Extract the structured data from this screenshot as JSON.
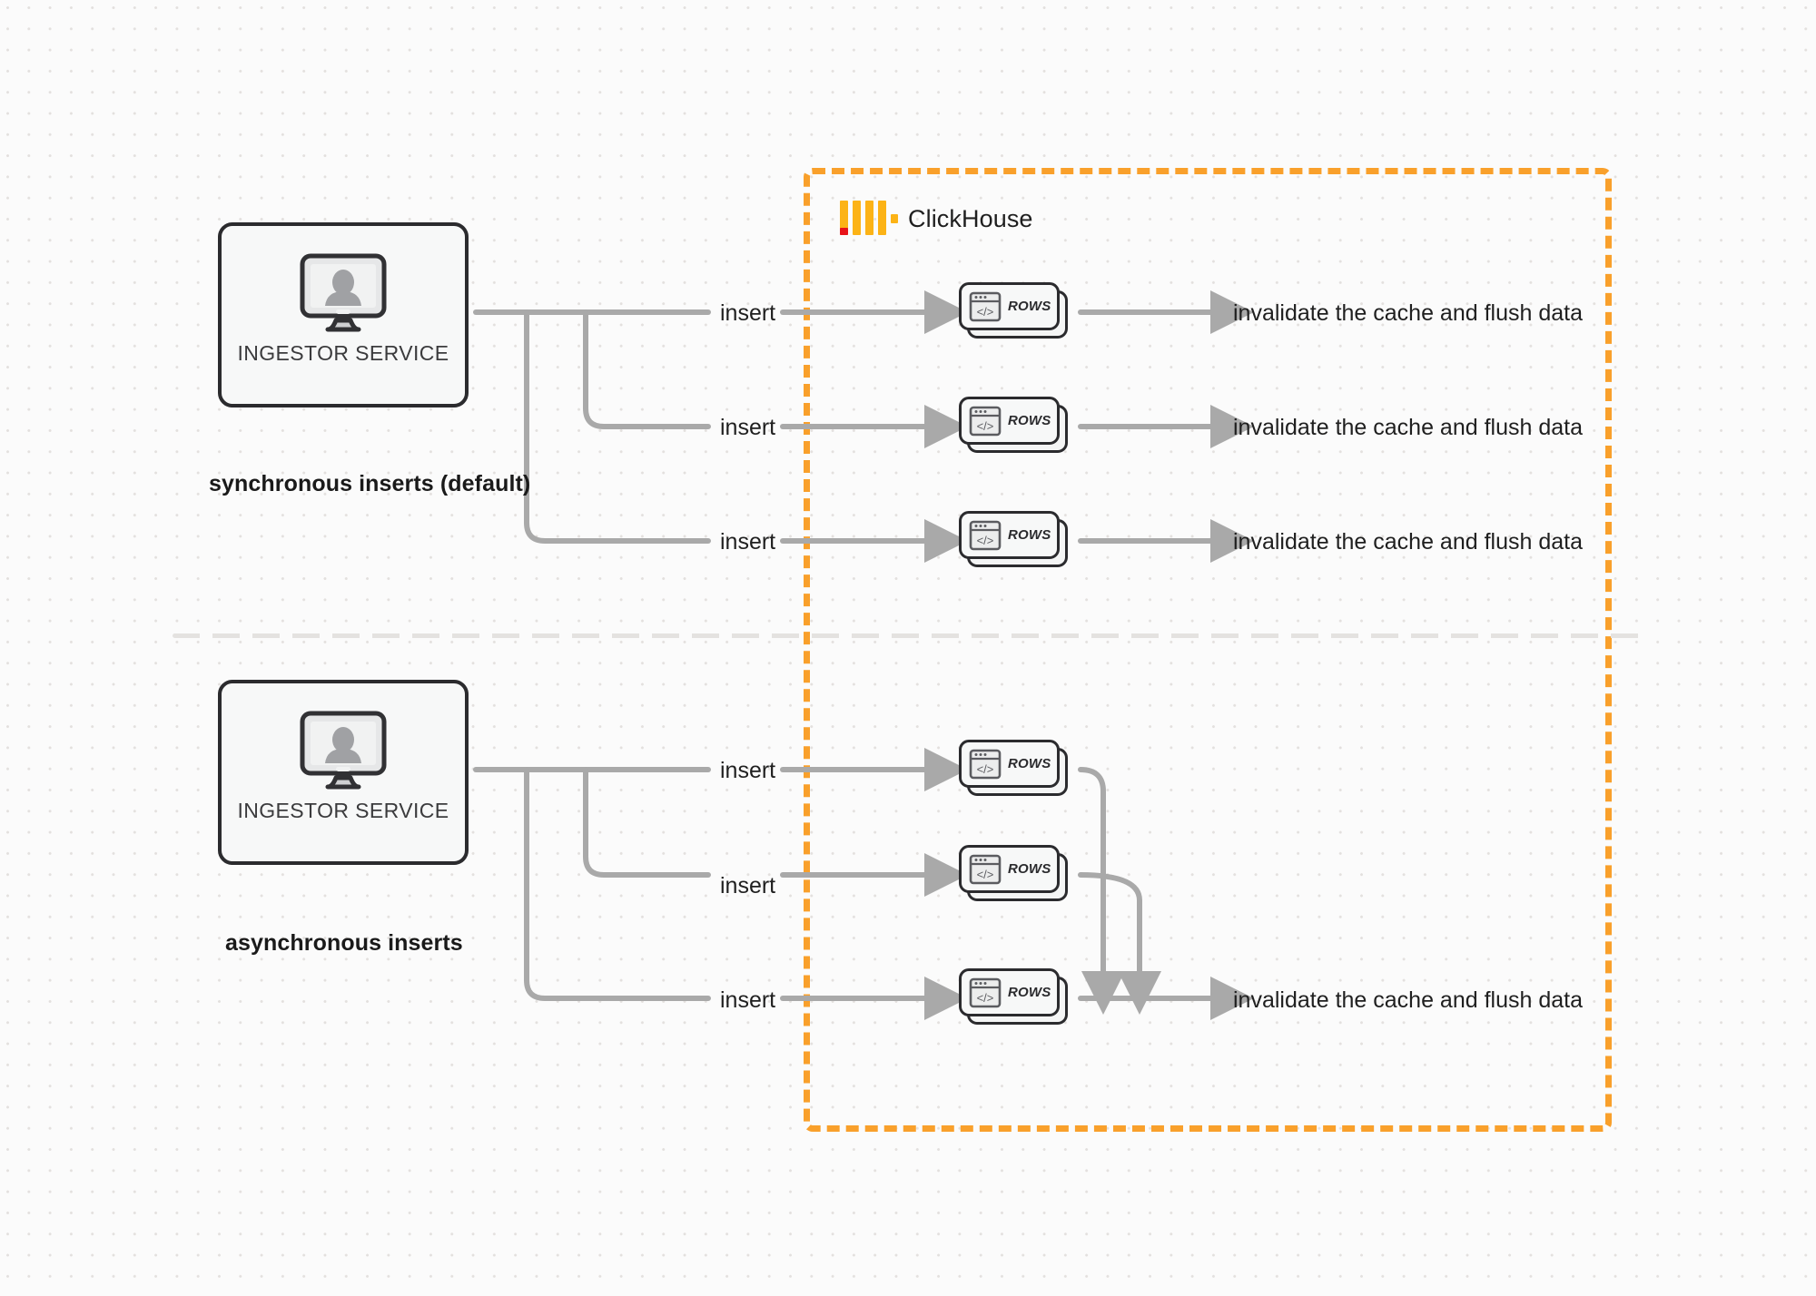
{
  "diagram": {
    "title": "ClickHouse synchronous vs asynchronous inserts",
    "background": "#fbfbfb",
    "accent_orange": "#f9a02b",
    "line_gray": "#a9a9a9",
    "node_outline": "#2b2b2e"
  },
  "clickhouse": {
    "name": "ClickHouse",
    "logo_icon": "clickhouse-logo-icon",
    "boundary_style": "dashed",
    "boundary_color": "#f9a02b"
  },
  "sections": [
    {
      "id": "synchronous",
      "mode_label": "synchronous inserts (default)",
      "ingestor": {
        "label": "INGESTOR SERVICE",
        "icon": "monitor-user-icon"
      },
      "flows": [
        {
          "insert_label": "insert",
          "node_label": "ROWS",
          "node_icon": "code-window-icon",
          "result_label": "invalidate the cache and flush data"
        },
        {
          "insert_label": "insert",
          "node_label": "ROWS",
          "node_icon": "code-window-icon",
          "result_label": "invalidate the cache and flush data"
        },
        {
          "insert_label": "insert",
          "node_label": "ROWS",
          "node_icon": "code-window-icon",
          "result_label": "invalidate the cache and flush data"
        }
      ]
    },
    {
      "id": "asynchronous",
      "mode_label": "asynchronous inserts",
      "ingestor": {
        "label": "INGESTOR SERVICE",
        "icon": "monitor-user-icon"
      },
      "flows": [
        {
          "insert_label": "insert",
          "node_label": "ROWS",
          "node_icon": "code-window-icon"
        },
        {
          "insert_label": "insert",
          "node_label": "ROWS",
          "node_icon": "code-window-icon"
        },
        {
          "insert_label": "insert",
          "node_label": "ROWS",
          "node_icon": "code-window-icon"
        }
      ],
      "merged_result_label": "invalidate the cache and flush data"
    }
  ]
}
